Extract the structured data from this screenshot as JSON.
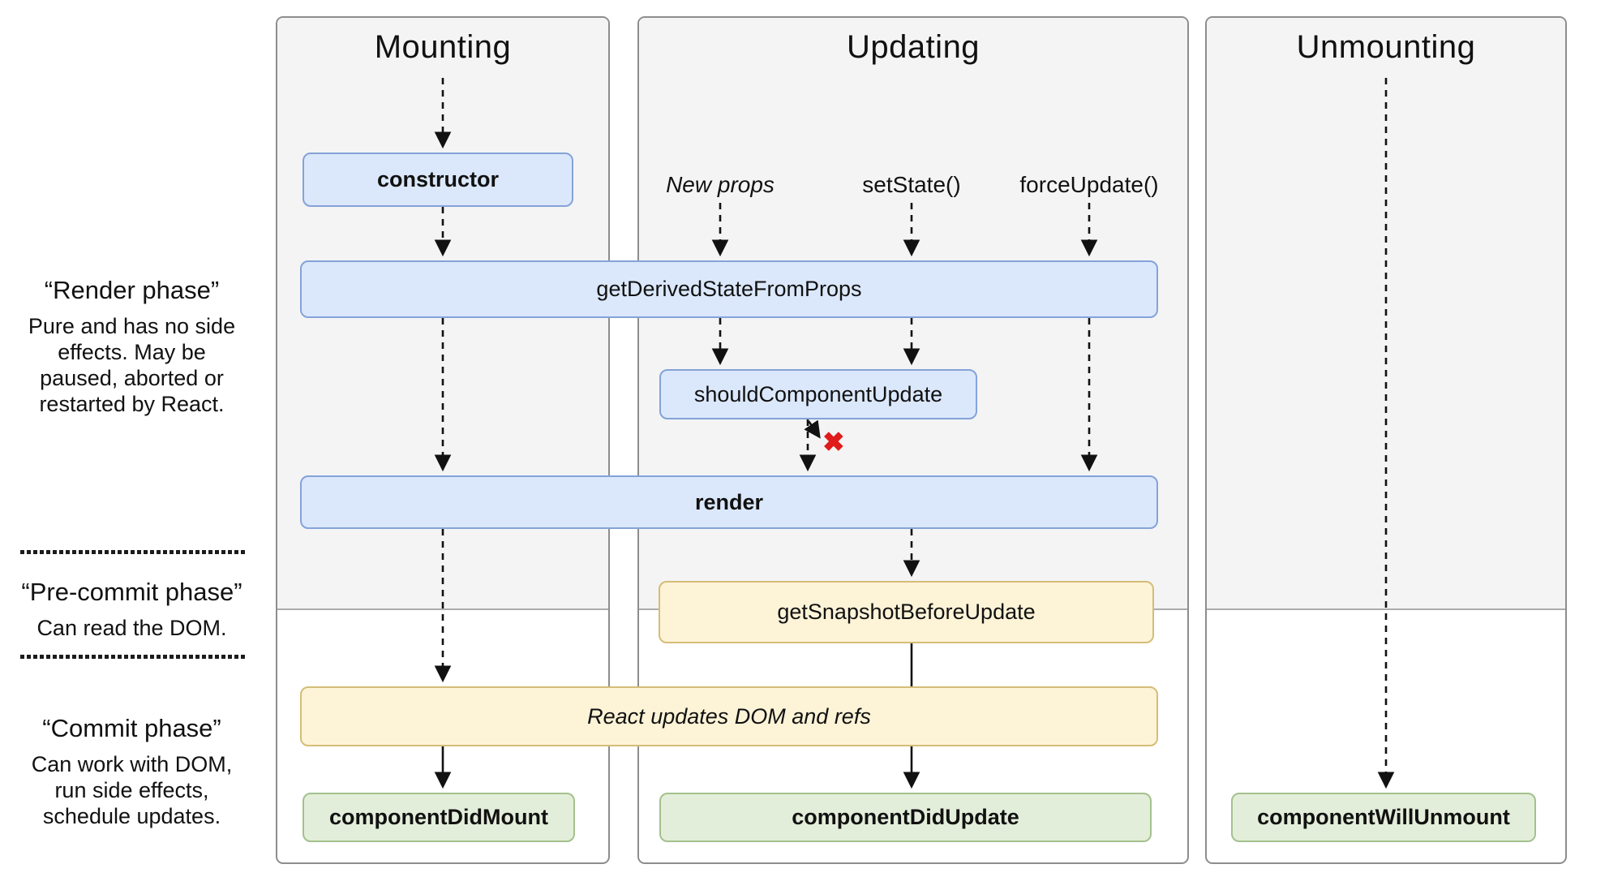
{
  "columns": {
    "mounting": {
      "title": "Mounting"
    },
    "updating": {
      "title": "Updating"
    },
    "unmounting": {
      "title": "Unmounting"
    }
  },
  "triggers": {
    "new_props": "New props",
    "set_state": "setState()",
    "force_update": "forceUpdate()"
  },
  "methods": {
    "constructor": "constructor",
    "get_derived_state_from_props": "getDerivedStateFromProps",
    "should_component_update": "shouldComponentUpdate",
    "render": "render",
    "get_snapshot_before_update": "getSnapshotBeforeUpdate",
    "react_updates_dom": "React updates DOM and refs",
    "component_did_mount": "componentDidMount",
    "component_did_update": "componentDidUpdate",
    "component_will_unmount": "componentWillUnmount"
  },
  "phases": {
    "render": {
      "title": "“Render phase”",
      "description": "Pure and has no side effects. May be paused, aborted or restarted by React."
    },
    "pre_commit": {
      "title": "“Pre-commit phase”",
      "description": "Can read the DOM."
    },
    "commit": {
      "title": "“Commit phase”",
      "description": "Can work with DOM, run side effects, schedule updates."
    }
  },
  "annotations": {
    "scu_false_mark": "✖"
  },
  "colors": {
    "render_phase_fill": "#dbe8fb",
    "render_phase_border": "#84a3d8",
    "commit_action_fill": "#fdf3d7",
    "commit_action_border": "#d5bd77",
    "commit_method_fill": "#e3eeda",
    "commit_method_border": "#a4c18d",
    "panel_shade": "#f4f4f5",
    "reject_x": "#e01b1b"
  }
}
